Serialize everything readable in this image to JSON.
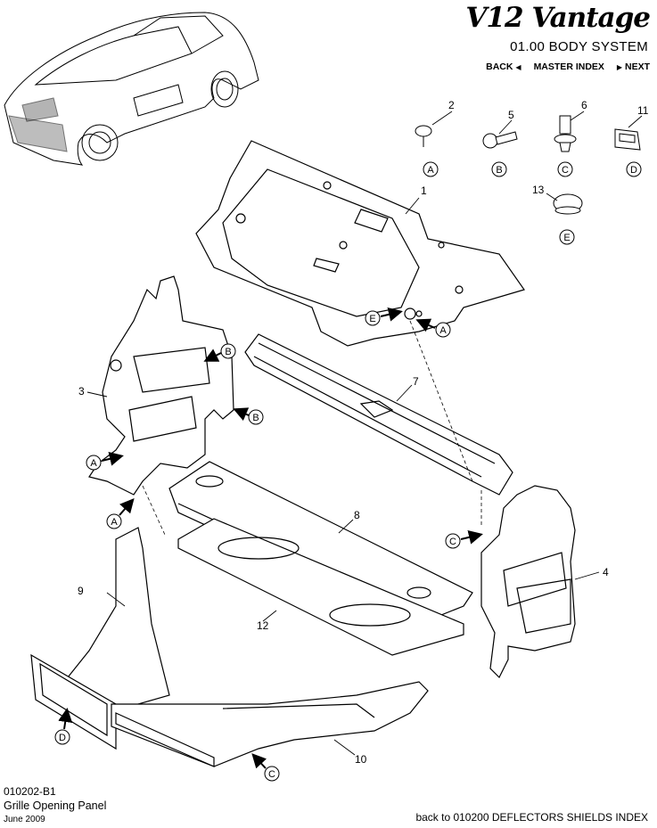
{
  "header": {
    "brand": "V12 Vantage",
    "section": "01.00 BODY SYSTEM",
    "nav": {
      "back": "BACK",
      "master_index": "MASTER INDEX",
      "next": "NEXT"
    }
  },
  "callouts": {
    "n1": "1",
    "n2": "2",
    "n3": "3",
    "n4": "4",
    "n5": "5",
    "n6": "6",
    "n7": "7",
    "n8": "8",
    "n9": "9",
    "n10": "10",
    "n11": "11",
    "n12": "12",
    "n13": "13"
  },
  "fastener_keys": {
    "a": "A",
    "b": "B",
    "c": "C",
    "d": "D",
    "e": "E"
  },
  "footer": {
    "code": "010202-B1",
    "title": "Grille Opening Panel",
    "date": "June 2009",
    "back_link": "back to 010200 DEFLECTORS SHIELDS INDEX"
  }
}
